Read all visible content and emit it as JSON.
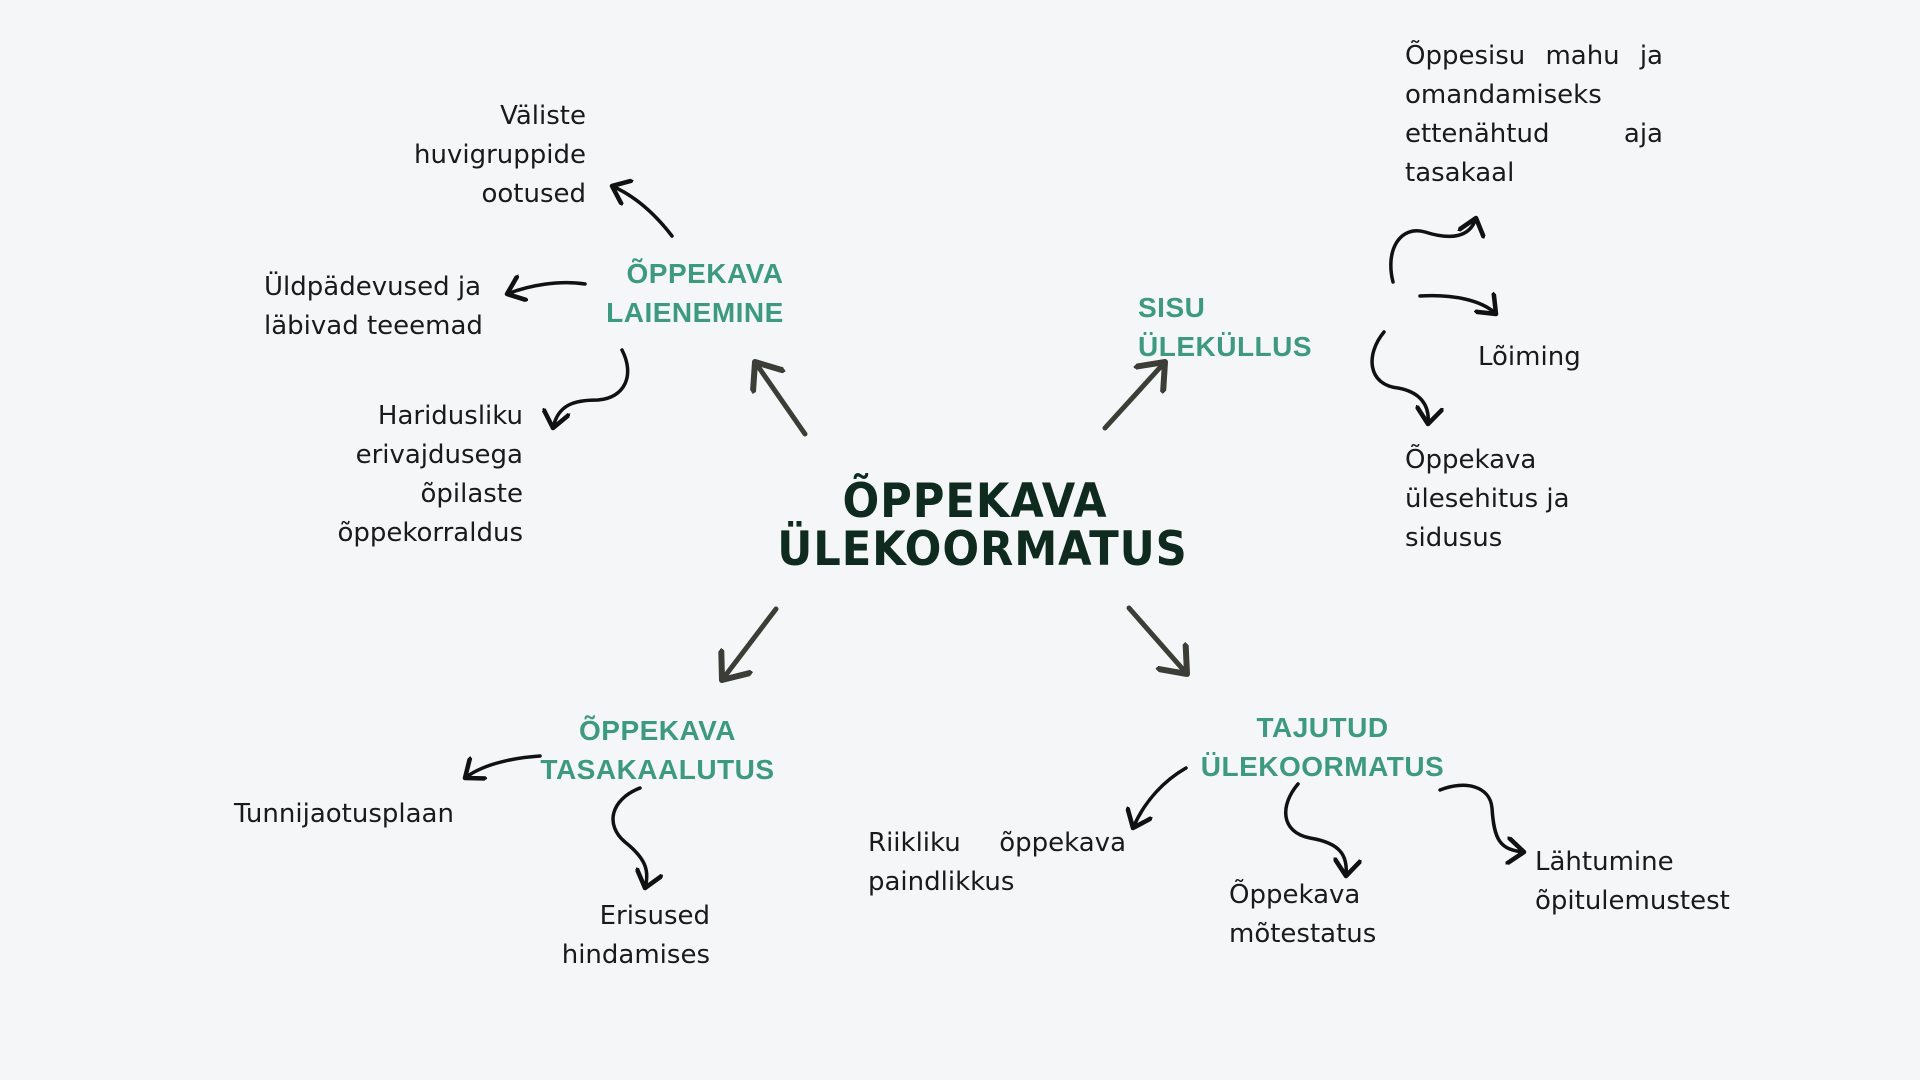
{
  "center": {
    "line1": "ÕPPEKAVA",
    "line2": "ÜLEKOORMATUS"
  },
  "categories": {
    "laienemine": {
      "line1": "ÕPPEKAVA",
      "line2": "LAIENEMINE"
    },
    "sisu": {
      "line1": "SISU ÜLEKÜLLUS"
    },
    "tasakaalutus": {
      "line1": "ÕPPEKAVA",
      "line2": "TASAKAALUTUS"
    },
    "tajutud": {
      "line1": "TAJUTUD",
      "line2": "ÜLEKOORMATUS"
    }
  },
  "leaves": {
    "valiste": [
      "Väliste",
      "huvigruppide",
      "ootused"
    ],
    "yldpadevused": [
      "Üldpädevused ja",
      "läbivad teeemad"
    ],
    "hariduslik": [
      "Haridusliku",
      "erivajdusega",
      "õpilaste",
      "õppekorraldus"
    ],
    "oppesisu": [
      "Õppesisu mahu ja",
      "omandamiseks",
      "ettenähtud aja",
      "tasakaal"
    ],
    "loiming": [
      "Lõiming"
    ],
    "ylesehitus": [
      "Õppekava",
      "ülesehitus ja",
      "sidusus"
    ],
    "tunnijaotus": [
      "Tunnijaotusplaan"
    ],
    "erisused": [
      "Erisused",
      "hindamises"
    ],
    "riiklik": [
      "Riikliku õppekava",
      "paindlikkus"
    ],
    "motestatus": [
      "Õppekava",
      "mõtestatus"
    ],
    "lahtumine": [
      "Lähtumine",
      "õpitulemustest"
    ]
  },
  "colors": {
    "background": "#f4f6f7",
    "center_text": "#0f2a1e",
    "category_text": "#3d9a80",
    "leaf_text": "#1a1a1a",
    "main_arrow": "#3b3d36",
    "small_arrow": "#111111"
  }
}
